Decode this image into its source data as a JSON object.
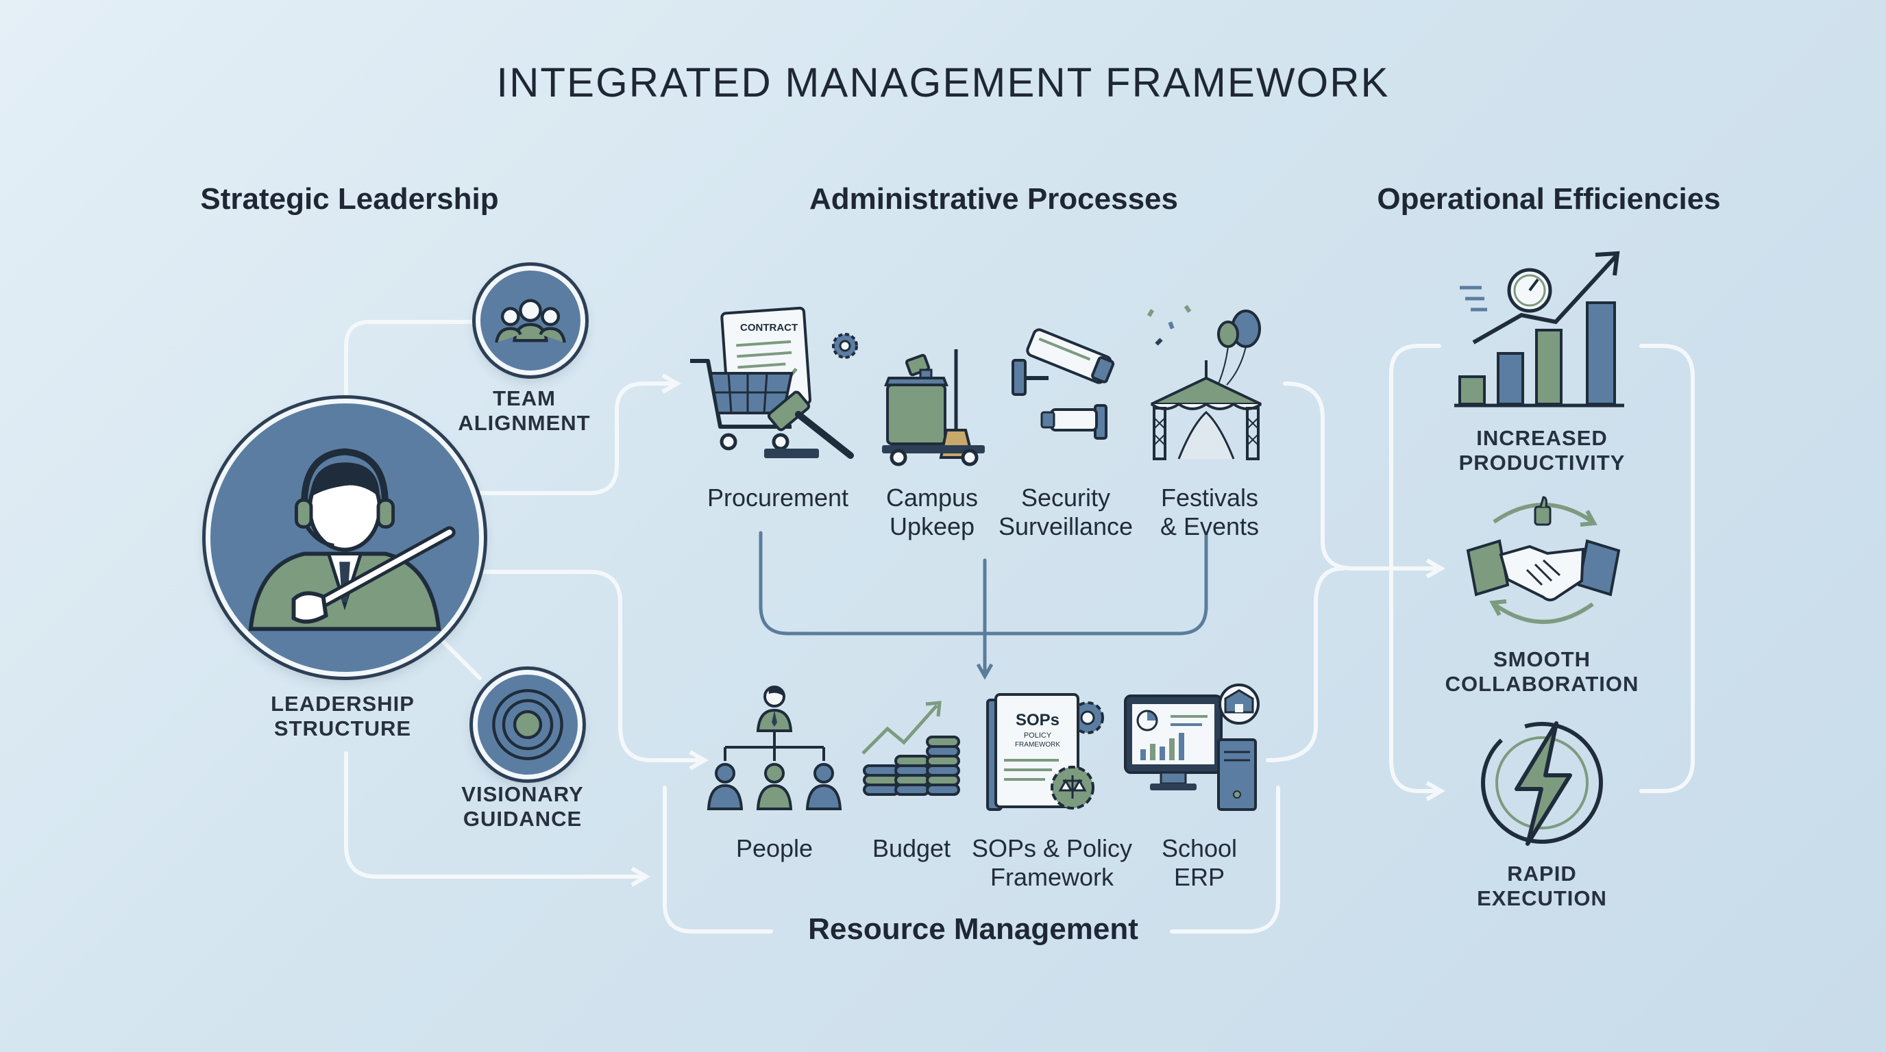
{
  "title": "INTEGRATED MANAGEMENT FRAMEWORK",
  "columns": {
    "strategic": "Strategic Leadership",
    "administrative": "Administrative Processes",
    "operational": "Operational Efficiencies"
  },
  "strategic_leadership": {
    "center": {
      "label_line1": "LEADERSHIP",
      "label_line2": "STRUCTURE",
      "icon": "leader-with-headset-icon"
    },
    "team": {
      "label_line1": "TEAM",
      "label_line2": "ALIGNMENT",
      "icon": "team-icon"
    },
    "vision": {
      "label_line1": "VISIONARY",
      "label_line2": "GUIDANCE",
      "icon": "target-icon"
    }
  },
  "administrative_processes": [
    {
      "line1": "Procurement",
      "line2": "",
      "icon": "cart-contract-gavel-icon",
      "icon_text": "CONTRACT"
    },
    {
      "line1": "Campus",
      "line2": "Upkeep",
      "icon": "cleaning-cart-icon"
    },
    {
      "line1": "Security",
      "line2": "Surveillance",
      "icon": "cctv-camera-icon"
    },
    {
      "line1": "Festivals",
      "line2": "& Events",
      "icon": "tent-balloons-icon"
    }
  ],
  "resource_management": {
    "title": "Resource Management",
    "items": [
      {
        "line1": "People",
        "line2": "",
        "icon": "org-chart-icon"
      },
      {
        "line1": "Budget",
        "line2": "",
        "icon": "coins-growth-icon"
      },
      {
        "line1": "SOPs & Policy",
        "line2": "Framework",
        "icon": "sop-binder-icon",
        "icon_text": [
          "SOPs",
          "POLICY",
          "FRAMEWORK"
        ]
      },
      {
        "line1": "School",
        "line2": "ERP",
        "icon": "computer-erp-icon"
      }
    ]
  },
  "operational_efficiencies": [
    {
      "line1": "INCREASED",
      "line2": "PRODUCTIVITY",
      "icon": "bar-chart-arrow-icon"
    },
    {
      "line1": "SMOOTH",
      "line2": "COLLABORATION",
      "icon": "handshake-icon"
    },
    {
      "line1": "RAPID",
      "line2": "EXECUTION",
      "icon": "lightning-icon"
    }
  ],
  "colors": {
    "blue": "#5b7da1",
    "navy": "#2d3f55",
    "green": "#7d9b7f",
    "line": "#f4f8fb"
  }
}
